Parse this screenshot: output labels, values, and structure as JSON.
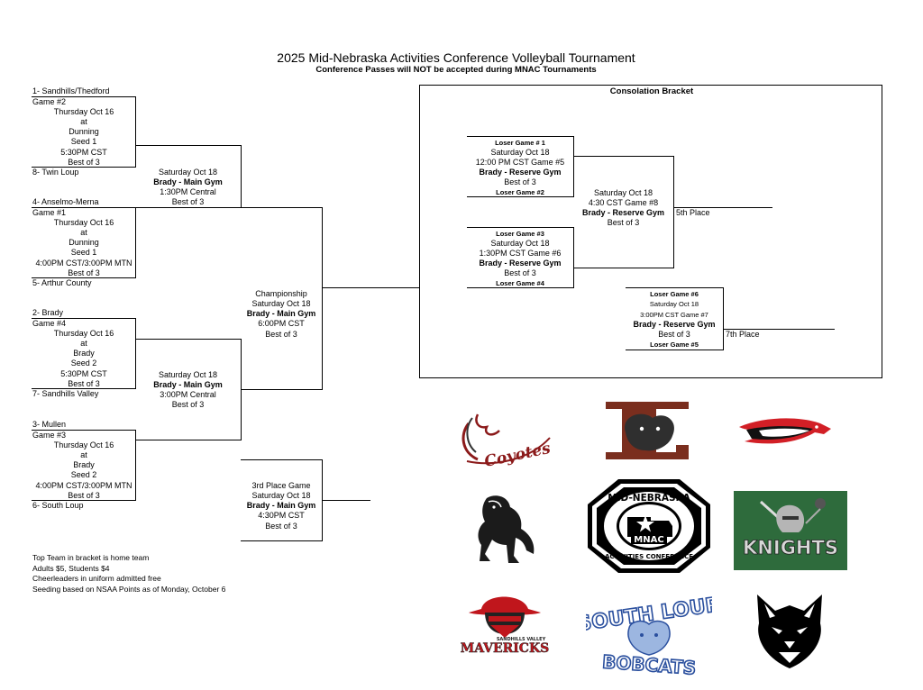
{
  "header": {
    "title": "2025 Mid-Nebraska Activities Conference Volleyball Tournament",
    "subtitle": "Conference Passes will NOT be accepted during MNAC Tournaments"
  },
  "bracket": {
    "teams": {
      "t1": "1- Sandhills/Thedford",
      "t8": "8- Twin Loup",
      "t4": "4- Anselmo-Merna",
      "t5": "5- Arthur County",
      "t2": "2- Brady",
      "t7": "7- Sandhills Valley",
      "t3": "3- Mullen",
      "t6": "6- South Loup"
    },
    "game2": [
      "Game #2",
      "Thursday Oct 16",
      "at",
      "Dunning",
      "Seed 1",
      "5:30PM CST",
      "Best of 3"
    ],
    "game1": [
      "Game #1",
      "Thursday Oct 16",
      "at",
      "Dunning",
      "Seed 1",
      "4:00PM CST/3:00PM MTN",
      "Best of 3"
    ],
    "game4": [
      "Game #4",
      "Thursday Oct 16",
      "at",
      "Brady",
      "Seed 2",
      "5:30PM CST",
      "Best of 3"
    ],
    "game3": [
      "Game #3",
      "Thursday Oct 16",
      "at",
      "Brady",
      "Seed 2",
      "4:00PM CST/3:00PM MTN",
      "Best of 3"
    ],
    "semi1": [
      "Saturday Oct 18",
      "Brady - Main Gym",
      "1:30PM Central",
      "Best of 3"
    ],
    "semi2": [
      "Saturday Oct 18",
      "Brady - Main Gym",
      "3:00PM Central",
      "Best of 3"
    ],
    "championship": [
      "Championship",
      "Saturday Oct 18",
      "Brady - Main Gym",
      "6:00PM CST",
      "Best of 3"
    ],
    "third": [
      "3rd Place Game",
      "Saturday Oct 18",
      "Brady - Main Gym",
      "4:30PM CST",
      "Best of 3"
    ]
  },
  "consolation": {
    "title": "Consolation Bracket",
    "game5": [
      "Loser Game # 1",
      "Saturday Oct 18",
      "12:00 PM CST  Game #5",
      "Brady - Reserve Gym",
      "Best of 3",
      "Loser Game #2"
    ],
    "game6": [
      "Loser Game #3",
      "Saturday Oct 18",
      "1:30PM CST Game #6",
      "Brady - Reserve Gym",
      "Best of 3",
      "Loser Game #4"
    ],
    "game8": [
      "Saturday Oct 18",
      "4:30 CST Game #8",
      "Brady - Reserve Gym",
      "Best of 3"
    ],
    "fifth": "5th Place",
    "game7": [
      "Loser Game #6",
      "Saturday Oct 18",
      "3:00PM CST Game #7",
      "Brady - Reserve Gym",
      "Best of 3",
      "Loser Game #5"
    ],
    "seventh": "7th Place"
  },
  "notes": [
    "Top Team in bracket is home team",
    "Adults $5, Students $4",
    "Cheerleaders in uniform admitted free",
    "Seeding based on NSAA Points as of Monday, October 6"
  ],
  "logos": {
    "coyotes": "Coyotes",
    "mnac_ring_top": "MID-NEBRASKA",
    "mnac_ring_bottom": "ACTIVITIES CONFERENCE",
    "mnac_center": "MNAC",
    "knights": "KNIGHTS",
    "mavericks_small": "SANDHILLS VALLEY",
    "mavericks": "MAVERICKS",
    "south_loup": "SOUTH LOUP",
    "bobcats": "BOBCATS",
    "tl": "TL"
  },
  "colors": {
    "coyote_red": "#8b1a1a",
    "knights_green": "#2e6b3c",
    "bobcat_blue": "#2a4f9e",
    "maverick_red": "#c0161c",
    "tl_brown": "#7a2e1e",
    "eagle_red": "#d21f26"
  }
}
